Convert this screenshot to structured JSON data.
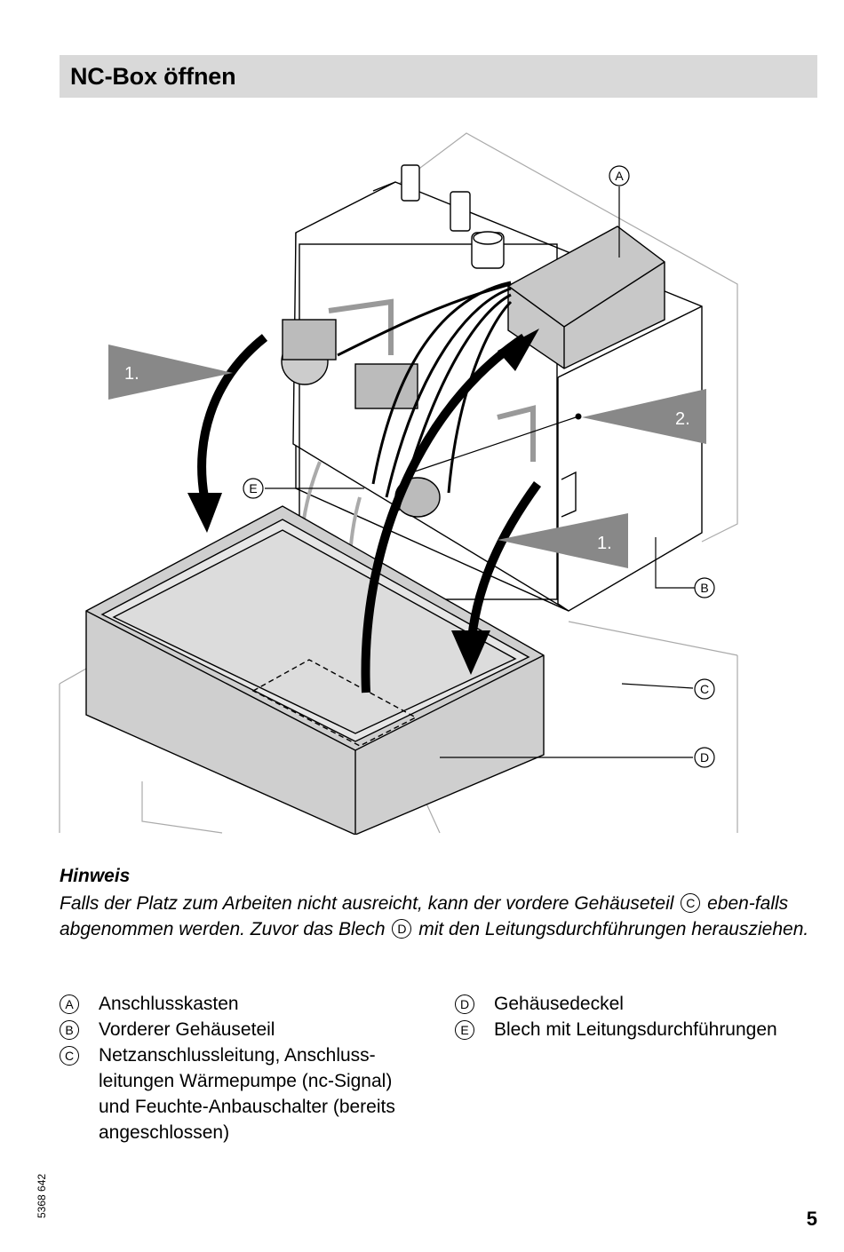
{
  "title": "NC-Box öffnen",
  "figure": {
    "callouts": [
      "A",
      "B",
      "C",
      "D",
      "E"
    ],
    "steps": [
      "1.",
      "2.",
      "1."
    ]
  },
  "note": {
    "heading": "Hinweis",
    "seg1": "Falls der Platz zum Arbeiten nicht ausreicht, kann der vordere Gehäuseteil",
    "ref1": "C",
    "seg2": "eben-falls abgenommen werden. Zuvor das Blech",
    "ref2": "D",
    "seg3": "mit den Leitungsdurchführungen herausziehen."
  },
  "legend": {
    "left": [
      {
        "key": "A",
        "text": "Anschlusskasten"
      },
      {
        "key": "B",
        "text": "Vorderer Gehäuseteil"
      },
      {
        "key": "C",
        "text": "Netzanschlussleitung, Anschluss-leitungen Wärmepumpe (nc-Signal) und Feuchte-Anbauschalter (bereits angeschlossen)"
      }
    ],
    "right": [
      {
        "key": "D",
        "text": "Gehäusedeckel"
      },
      {
        "key": "E",
        "text": "Blech mit Leitungsdurchführungen"
      }
    ]
  },
  "doc_number": "5368 642",
  "page_number": "5"
}
